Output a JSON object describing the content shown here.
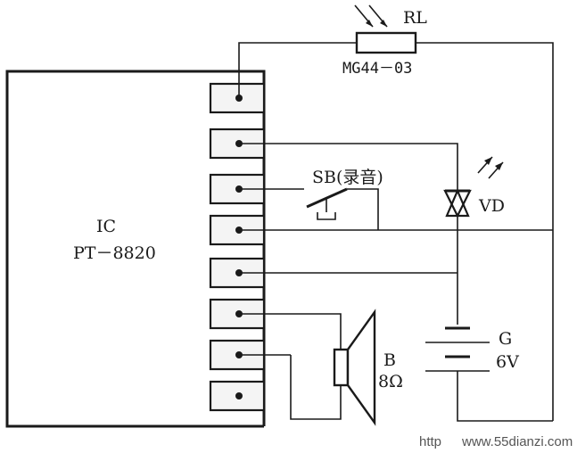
{
  "ic": {
    "name": "IC",
    "part": "PT－8820"
  },
  "resistor": {
    "ref": "RL",
    "part": "MG44－03"
  },
  "switch": {
    "label": "SB(录音)"
  },
  "led": {
    "ref": "VD"
  },
  "speaker": {
    "ref": "B",
    "value": "8Ω"
  },
  "battery": {
    "ref": "G",
    "value": "6V"
  },
  "watermark": {
    "prefix": "http",
    "site": "www.55dianzi.com"
  }
}
